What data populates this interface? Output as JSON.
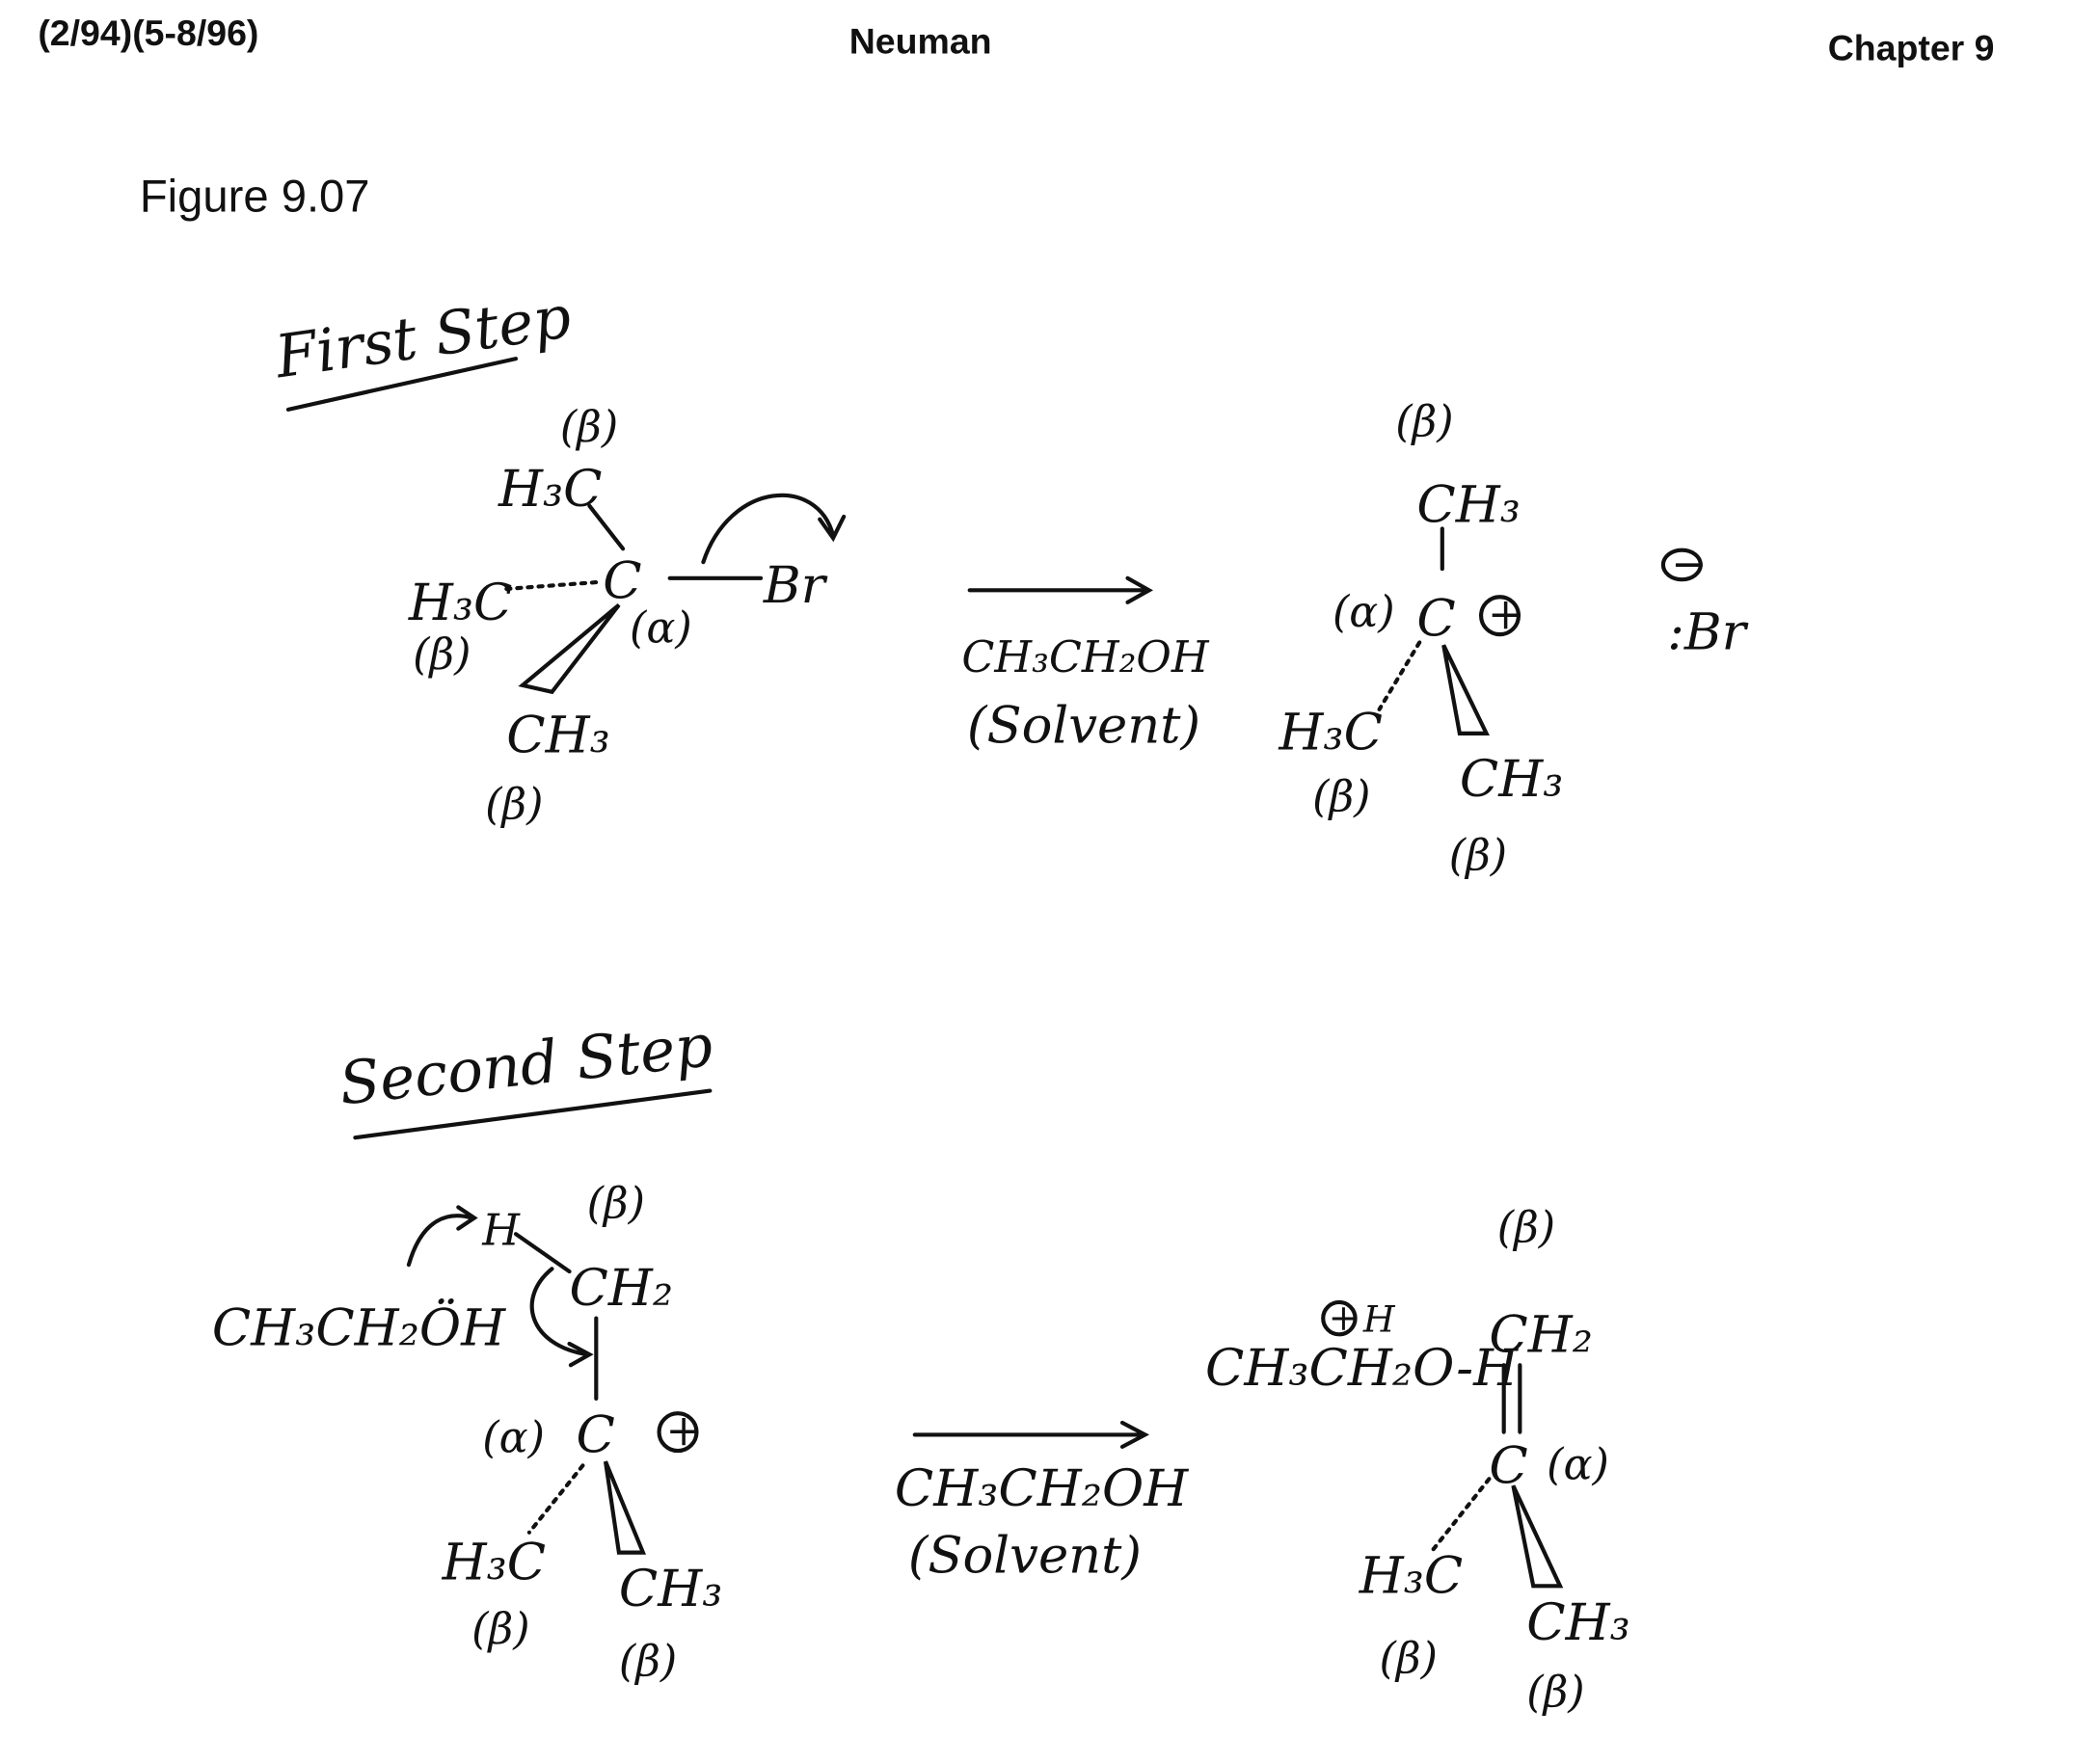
{
  "header": {
    "left": "(2/94)(5-8/96)",
    "center": "Neuman",
    "right": "Chapter 9"
  },
  "figure_label": "Figure 9.07",
  "step1": {
    "title": "First Step",
    "reactant": {
      "beta_top": "(β)",
      "h3c_top": "H₃C",
      "h3c_left": "H₃C",
      "beta_left": "(β)",
      "carbon": "C",
      "alpha": "(α)",
      "leaving_group": "Br",
      "ch3_bottom": "CH₃",
      "beta_bottom": "(β)"
    },
    "reagent": "CH₃CH₂OH",
    "reagent_note": "(Solvent)",
    "product": {
      "beta_top": "(β)",
      "ch3_top": "CH₃",
      "alpha": "(α)",
      "carbon": "C",
      "charge": "+",
      "h3c": "H₃C",
      "beta_left": "(β)",
      "ch3_right": "CH₃",
      "beta_right": "(β)"
    },
    "bromide": {
      "charge": "−",
      "symbol": ":Br"
    }
  },
  "step2": {
    "title": "Second Step",
    "reactant": {
      "ethanol": "CH₃CH₂ÖH",
      "h": "H",
      "beta_top": "(β)",
      "ch2": "CH₂",
      "alpha": "(α)",
      "carbon": "C",
      "charge": "+",
      "h3c": "H₃C",
      "beta_left": "(β)",
      "ch3": "CH₃",
      "beta_right": "(β)"
    },
    "reagent": "CH₃CH₂OH",
    "reagent_note": "(Solvent)",
    "product": {
      "oxonium_charge": "+",
      "oxonium_h": "H",
      "oxonium": "CH₃CH₂O-H",
      "beta_top": "(β)",
      "ch2": "CH₂",
      "carbon": "C",
      "alpha": "(α)",
      "h3c": "H₃C",
      "beta_left": "(β)",
      "ch3": "CH₃",
      "beta_right": "(β)"
    }
  }
}
